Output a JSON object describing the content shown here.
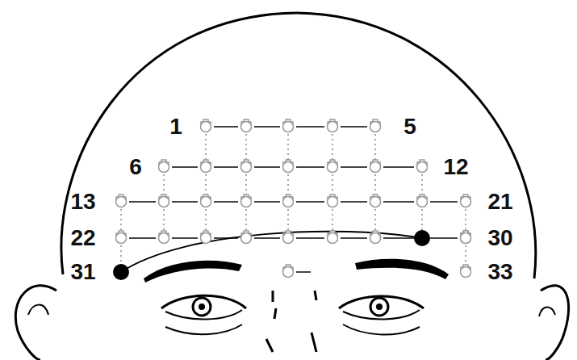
{
  "diagram": {
    "labels": [
      "1",
      "5",
      "6",
      "12",
      "13",
      "21",
      "22",
      "30",
      "31",
      "33"
    ]
  }
}
